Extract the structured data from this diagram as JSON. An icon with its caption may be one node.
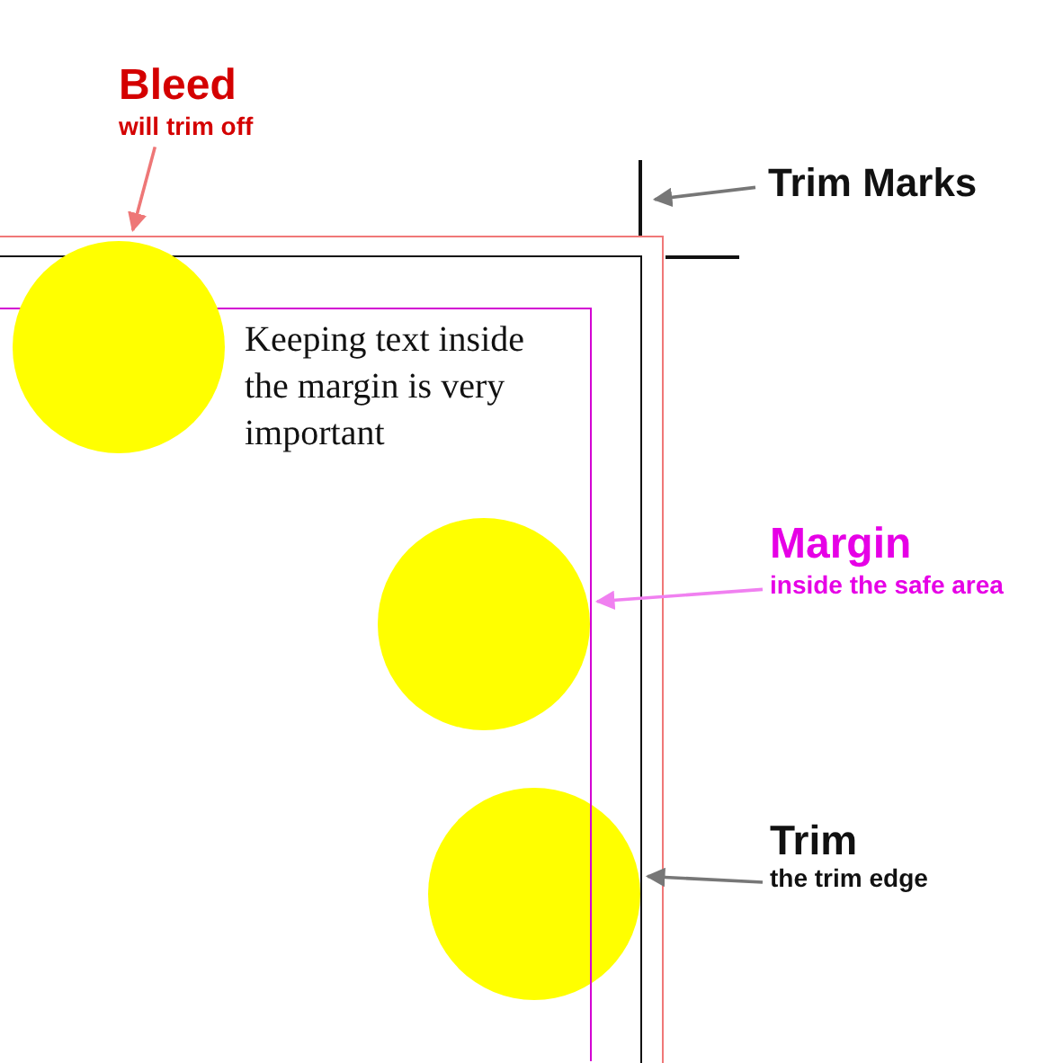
{
  "diagram": {
    "nodes": [
      {
        "text": [
          "Bleed",
          "will trim off"
        ]
      },
      {
        "text": [],
        "shape": "box"
      },
      {
        "text": [
          "Trim Marks"
        ]
      },
      {
        "text": [],
        "shape": "line"
      },
      {
        "text": [
          "Margin",
          "inside the safe area"
        ]
      },
      {
        "text": [],
        "shape": "box",
        "in": 7
      },
      {
        "text": [
          "Trim",
          "the trim edge"
        ]
      },
      {
        "text": [],
        "shape": "box",
        "in": 1
      },
      {
        "text": [],
        "shape": "circle",
        "in": 1
      },
      {
        "text": [],
        "shape": "circle",
        "in": 5
      },
      {
        "text": [],
        "shape": "circle",
        "in": 7
      }
    ],
    "edges": [
      {
        "from": 0,
        "to": 1,
        "arrow": "to",
        "color": "#ee7777"
      },
      {
        "from": 2,
        "to": 3,
        "arrow": "to"
      },
      {
        "from": 4,
        "to": 5,
        "arrow": "to",
        "color": "#f080f0"
      },
      {
        "from": 6,
        "to": 7,
        "arrow": "to"
      }
    ],
    "labels": [
      "Keeping text inside the margin is very important"
    ]
  }
}
